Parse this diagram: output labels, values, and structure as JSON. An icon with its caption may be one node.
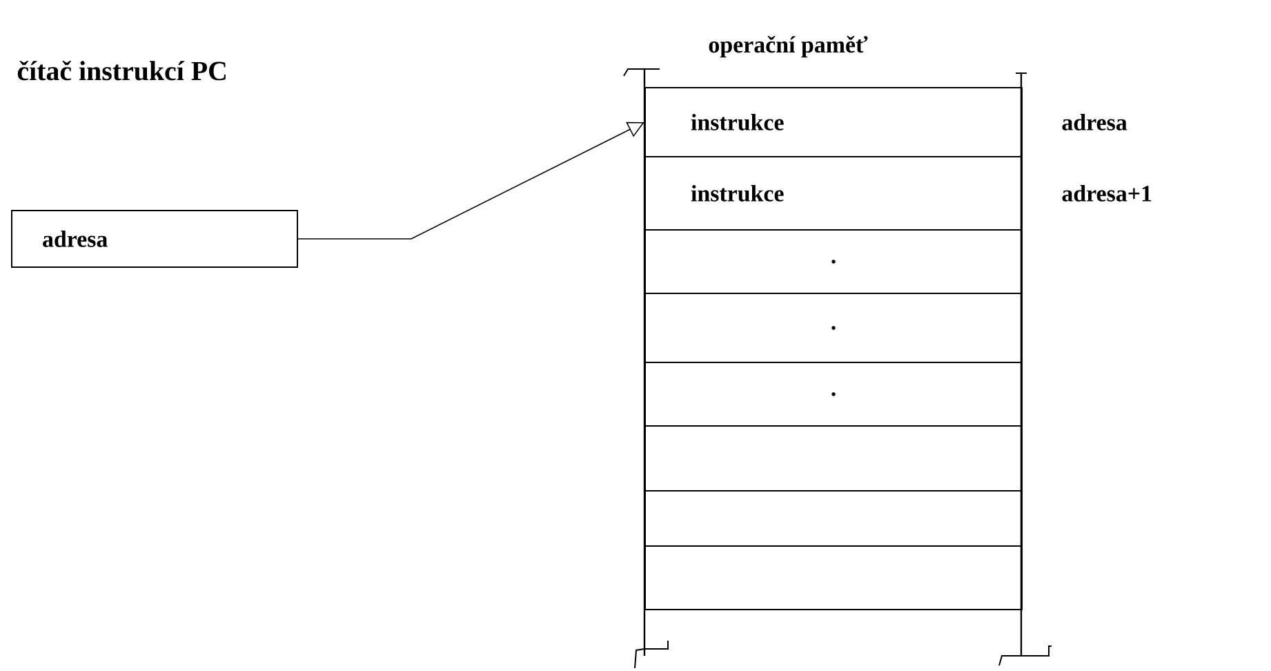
{
  "diagram": {
    "nodes": [
      {
        "text": [
          "adresa"
        ]
      },
      {
        "text": [
          "operační paměť"
        ]
      },
      {
        "text": [
          "instrukce"
        ],
        "in": 1,
        "beside": [
          "adresa"
        ]
      },
      {
        "text": [
          "instrukce"
        ],
        "in": 1,
        "beside": [
          "adresa+1"
        ]
      },
      {
        "text": [
          "."
        ],
        "in": 1
      },
      {
        "text": [
          "."
        ],
        "in": 1
      },
      {
        "text": [
          "."
        ],
        "in": 1
      },
      {
        "text": [],
        "shape": "box",
        "in": 1
      },
      {
        "text": [],
        "shape": "box",
        "in": 1
      },
      {
        "text": [],
        "shape": "box",
        "in": 1
      }
    ],
    "edges": [
      {
        "from": 0,
        "to": 2,
        "arrow": "to"
      }
    ],
    "labels": [
      "čítač instrukcí PC"
    ]
  }
}
